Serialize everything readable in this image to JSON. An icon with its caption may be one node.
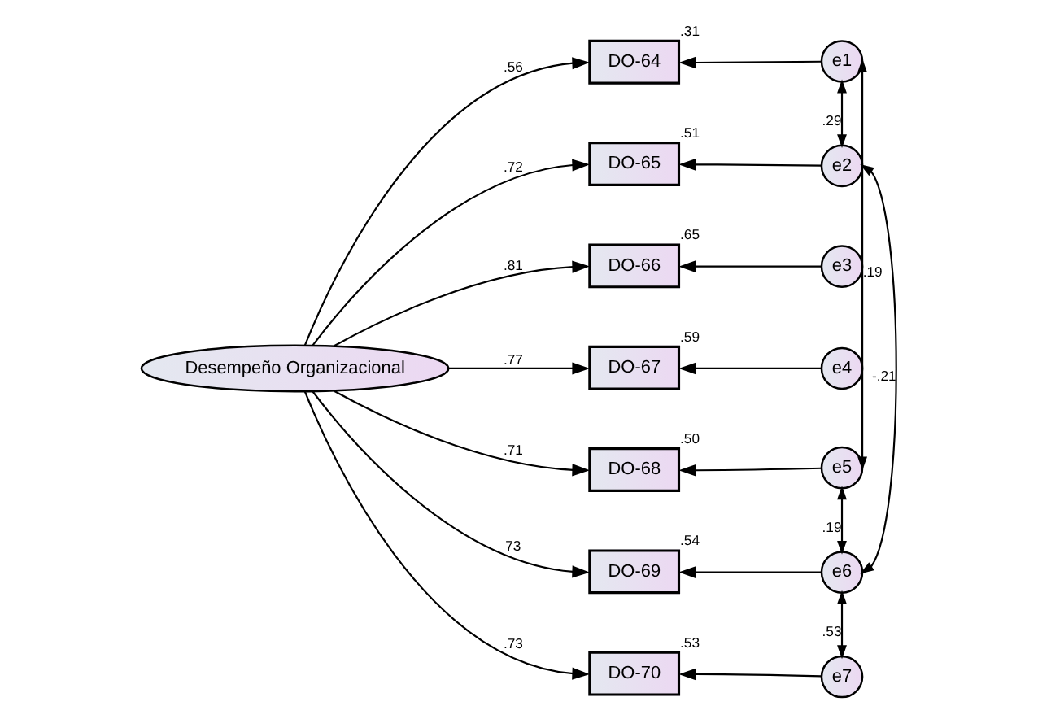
{
  "diagram": {
    "nodes": [
      {
        "text": [
          "Desempeño Organizacional"
        ]
      },
      {
        "text": [
          "DO-64"
        ],
        "beside": [
          ".31"
        ]
      },
      {
        "text": [
          "DO-65"
        ],
        "beside": [
          ".51"
        ]
      },
      {
        "text": [
          "DO-66"
        ],
        "beside": [
          ".65"
        ]
      },
      {
        "text": [
          "DO-67"
        ],
        "beside": [
          ".59"
        ]
      },
      {
        "text": [
          "DO-68"
        ],
        "beside": [
          ".50"
        ]
      },
      {
        "text": [
          "DO-69"
        ],
        "beside": [
          ".54"
        ]
      },
      {
        "text": [
          "DO-70"
        ],
        "beside": [
          ".53"
        ]
      },
      {
        "text": [
          "e1"
        ]
      },
      {
        "text": [
          "e2"
        ]
      },
      {
        "text": [
          "e3"
        ]
      },
      {
        "text": [
          "e4"
        ]
      },
      {
        "text": [
          "e5"
        ]
      },
      {
        "text": [
          "e6"
        ]
      },
      {
        "text": [
          "e7"
        ]
      }
    ],
    "edges": [
      {
        "from": 0,
        "to": 1,
        "arrow": "to",
        "label": ".56"
      },
      {
        "from": 0,
        "to": 2,
        "arrow": "to",
        "label": ".72"
      },
      {
        "from": 0,
        "to": 3,
        "arrow": "to",
        "label": ".81"
      },
      {
        "from": 0,
        "to": 4,
        "arrow": "to",
        "label": ".77"
      },
      {
        "from": 0,
        "to": 5,
        "arrow": "to",
        "label": ".71"
      },
      {
        "from": 0,
        "to": 6,
        "arrow": "to",
        "label": "73"
      },
      {
        "from": 0,
        "to": 7,
        "arrow": "to",
        "label": ".73"
      },
      {
        "from": 8,
        "to": 1,
        "arrow": "to"
      },
      {
        "from": 9,
        "to": 2,
        "arrow": "to"
      },
      {
        "from": 10,
        "to": 3,
        "arrow": "to"
      },
      {
        "from": 11,
        "to": 4,
        "arrow": "to"
      },
      {
        "from": 12,
        "to": 5,
        "arrow": "to"
      },
      {
        "from": 13,
        "to": 6,
        "arrow": "to"
      },
      {
        "from": 14,
        "to": 7,
        "arrow": "to"
      },
      {
        "from": 8,
        "to": 9,
        "arrow": "both",
        "label": ".29"
      },
      {
        "from": 8,
        "to": 12,
        "arrow": "both",
        "label": ".19"
      },
      {
        "from": 9,
        "to": 13,
        "arrow": "both",
        "label": "-.21"
      },
      {
        "from": 12,
        "to": 13,
        "arrow": "both",
        "label": ".19"
      },
      {
        "from": 13,
        "to": 14,
        "arrow": "both",
        "label": ".53"
      }
    ]
  }
}
